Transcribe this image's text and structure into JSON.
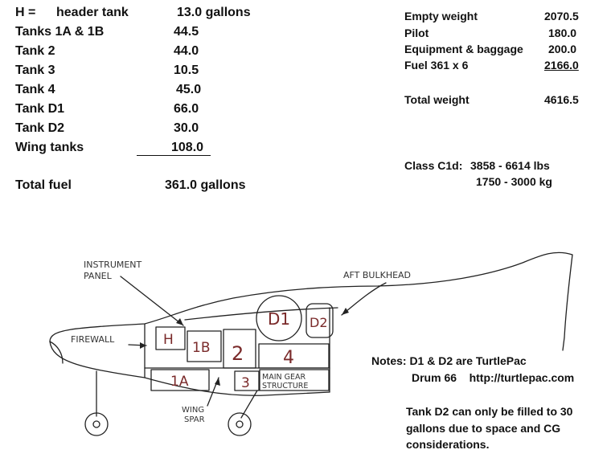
{
  "fuel_table": [
    {
      "name": "H =",
      "desc": "header tank",
      "value": "13.0 gallons"
    },
    {
      "name": "Tanks 1A & 1B",
      "value": "44.5"
    },
    {
      "name": "Tank 2",
      "value": "44.0"
    },
    {
      "name": "Tank 3",
      "value": "10.5"
    },
    {
      "name": "Tank 4",
      "value": "45.0"
    },
    {
      "name": "Tank D1",
      "value": "66.0"
    },
    {
      "name": "Tank D2",
      "value": "30.0"
    },
    {
      "name": "Wing tanks",
      "value": "108.0"
    }
  ],
  "total_fuel": {
    "label": "Total fuel",
    "value": "361.0 gallons"
  },
  "weights": [
    {
      "label": "Empty weight",
      "value": "2070.5"
    },
    {
      "label": "Pilot",
      "value": "180.0"
    },
    {
      "label": "Equipment & baggage",
      "value": "200.0"
    },
    {
      "label": "Fuel 361 x 6",
      "value": "2166.0"
    }
  ],
  "total_weight": {
    "label": "Total weight",
    "value": "4616.5"
  },
  "class_info": {
    "label": "Class C1d:",
    "lbs": "3858 - 6614 lbs",
    "kg": "1750 - 3000 kg"
  },
  "diagram_labels": {
    "instrument_panel_1": "INSTRUMENT",
    "instrument_panel_2": "PANEL",
    "aft_bulkhead": "AFT BULKHEAD",
    "firewall": "FIREWALL",
    "wing_spar_1": "WING",
    "wing_spar_2": "SPAR",
    "main_gear_1": "MAIN GEAR",
    "main_gear_2": "STRUCTURE"
  },
  "tanks": {
    "h": "H",
    "t1b": "1B",
    "t2": "2",
    "t4": "4",
    "t1a": "1A",
    "t3": "3",
    "d1": "D1",
    "d2": "D2"
  },
  "notes": {
    "line1": "Notes: D1 & D2 are TurtlePac",
    "line2": "Drum 66    http://turtlepac.com",
    "d2_line1": "Tank D2 can only be filled to 30",
    "d2_line2": "gallons due to space and CG",
    "d2_line3": "considerations."
  }
}
